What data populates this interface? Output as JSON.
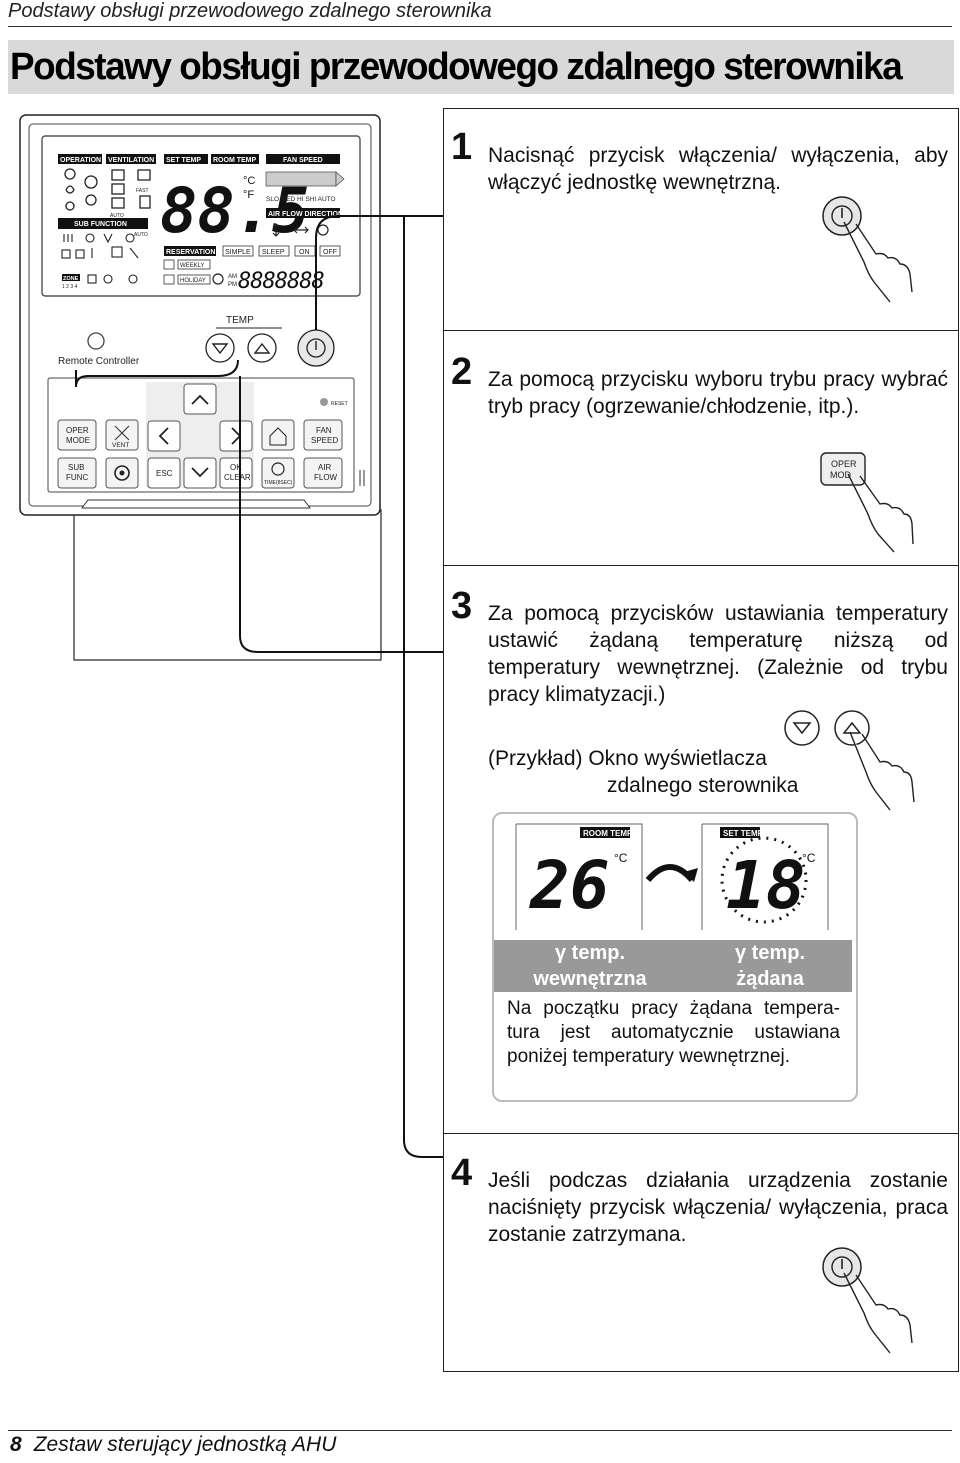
{
  "header": {
    "running_title": "Podstawy obsługi przewodowego zdalnego sterownika",
    "page_title": "Podstawy obsługi przewodowego zdalnego sterownika"
  },
  "controller": {
    "lcd_labels": {
      "operation": "OPERATION",
      "ventilation": "VENTILATION",
      "set_temp": "SET TEMP",
      "room_temp": "ROOM TEMP",
      "fan_speed": "FAN SPEED",
      "sub_function": "SUB FUNCTION",
      "air_flow_direction": "AIR FLOW DIRECTION",
      "fan_levels": "SLO MED HI SHI AUTO",
      "reservation": "RESERVATION",
      "simple": "SIMPLE",
      "sleep": "SLEEP",
      "on": "ON",
      "off": "OFF",
      "weekly": "WEEKLY",
      "holiday": "HOLIDAY",
      "zone": "ZONE",
      "zone_nums": "1 2 3 4",
      "auto": "AUTO",
      "fast": "FAST",
      "big_digits": "88.5",
      "celsius": "°C",
      "fahrenheit": "°F",
      "am": "AM",
      "pm": "PM",
      "small_digits": "8888888"
    },
    "model_label": "Remote Controller",
    "temp_label": "TEMP",
    "reset_label": "RESET",
    "buttons": {
      "oper_mode": [
        "OPER",
        "MODE"
      ],
      "vent": "VENT",
      "fan_speed": [
        "FAN",
        "SPEED"
      ],
      "sub_func": [
        "SUB",
        "FUNC"
      ],
      "esc": "ESC",
      "ok_clear": [
        "OK",
        "CLEAR"
      ],
      "time": "TIME(8SEC)",
      "air_flow": [
        "AIR",
        "FLOW"
      ]
    }
  },
  "steps": [
    {
      "num": "1",
      "text": "Nacisnąć przycisk włączenia/ wyłączenia, aby włączyć jednostkę wewnętrzną."
    },
    {
      "num": "2",
      "text": "Za pomocą przycisku wyboru trybu pracy wybrać tryb pracy (ogrzewanie/chłodzenie, itp.).",
      "button_label": [
        "OPER",
        "MOD"
      ]
    },
    {
      "num": "3",
      "text": "Za pomocą przycisków ustawiania temperatury ustawić żądaną temperaturę niższą od temperatury wewnętrznej. (Zależnie od trybu pracy klimatyzacji.)"
    },
    {
      "num": "4",
      "text": "Jeśli podczas działania urządzenia zostanie naciśnięty przycisk włączenia/ wyłączenia, praca zostanie zatrzymana."
    }
  ],
  "example": {
    "caption_line1": "(Przykład) Okno wyświetlacza",
    "caption_line2": "zdalnego sterownika",
    "left_display": {
      "tag": "ROOM TEMP",
      "value": "26",
      "unit": "°C"
    },
    "right_display": {
      "tag": "SET TEMP",
      "value": "18",
      "unit": "°C"
    },
    "label_left": [
      "γ temp.",
      "wewnętrzna"
    ],
    "label_right": [
      "γ temp.",
      "żądana"
    ],
    "note": "Na początku pracy żądana tempera-tura jest automatycznie ustawiana poniżej temperatury wewnętrznej."
  },
  "footer": {
    "page_number": "8",
    "text": "Zestaw sterujący jednostką AHU"
  }
}
